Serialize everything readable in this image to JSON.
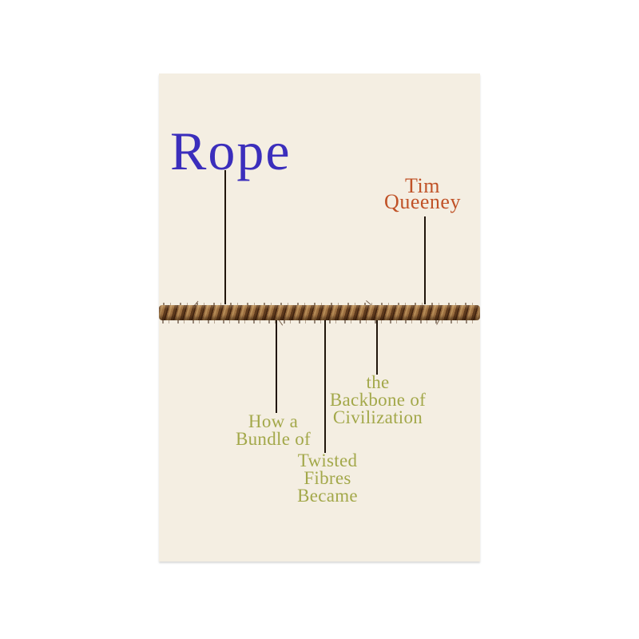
{
  "page": {
    "background_color": "#ffffff"
  },
  "cover": {
    "background_color": "#f4eee2",
    "title": {
      "text": "Rope",
      "color": "#3b2ebc"
    },
    "author": {
      "lines": [
        "Tim",
        "Queeney"
      ],
      "color": "#c05227"
    },
    "subtitle": {
      "color": "#a3a84a",
      "full_text": "How a Bundle of Twisted Fibres Became the Backbone of Civilization",
      "groups": [
        {
          "lines": [
            "How a",
            "Bundle of"
          ]
        },
        {
          "lines": [
            "Twisted",
            "Fibres",
            "Became"
          ]
        },
        {
          "lines": [
            "the",
            "Backbone of",
            "Civilization"
          ]
        }
      ]
    },
    "rope": {
      "appearance": "horizontal-twisted-rope",
      "colors": {
        "dark": "#3e210e",
        "mid": "#8a5f36",
        "light": "#b48a55",
        "shadow": "#5e3a1d"
      }
    },
    "thread_color": "#20150b"
  }
}
